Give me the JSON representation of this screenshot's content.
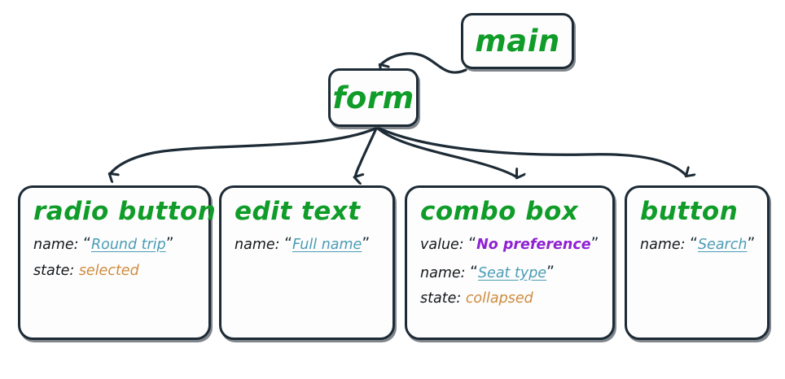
{
  "diagram": {
    "title_hint": "UI accessibility tree fragment",
    "colors": {
      "node_title": "#0f9c28",
      "border": "#1d2b36",
      "name_value": "#4a9cb5",
      "value_value": "#8f21d2",
      "state_value": "#cf8a3c",
      "label": "#14181c",
      "background": "#ffffff"
    },
    "nodes": [
      {
        "id": "main",
        "title": "main",
        "properties": []
      },
      {
        "id": "form",
        "title": "form",
        "properties": []
      },
      {
        "id": "radio-button",
        "title": "radio button",
        "properties": [
          {
            "key": "name:",
            "value": "Round trip",
            "kind": "name",
            "quoted": true
          },
          {
            "key": "state:",
            "value": "selected",
            "kind": "state",
            "quoted": false
          }
        ]
      },
      {
        "id": "edit-text",
        "title": "edit text",
        "properties": [
          {
            "key": "name:",
            "value": "Full name",
            "kind": "name",
            "quoted": true
          }
        ]
      },
      {
        "id": "combo-box",
        "title": "combo box",
        "properties": [
          {
            "key": "value:",
            "value": "No preference",
            "kind": "value",
            "quoted": true
          },
          {
            "key": "name:",
            "value": "Seat type",
            "kind": "name",
            "quoted": true
          },
          {
            "key": "state:",
            "value": "collapsed",
            "kind": "state",
            "quoted": false
          }
        ]
      },
      {
        "id": "button",
        "title": "button",
        "properties": [
          {
            "key": "name:",
            "value": "Search",
            "kind": "name",
            "quoted": true
          }
        ]
      }
    ],
    "edges": [
      {
        "from": "main",
        "to": "form"
      },
      {
        "from": "form",
        "to": "radio-button"
      },
      {
        "from": "form",
        "to": "edit-text"
      },
      {
        "from": "form",
        "to": "combo-box"
      },
      {
        "from": "form",
        "to": "button"
      }
    ],
    "quotes": {
      "open": "“",
      "close": "”"
    }
  }
}
